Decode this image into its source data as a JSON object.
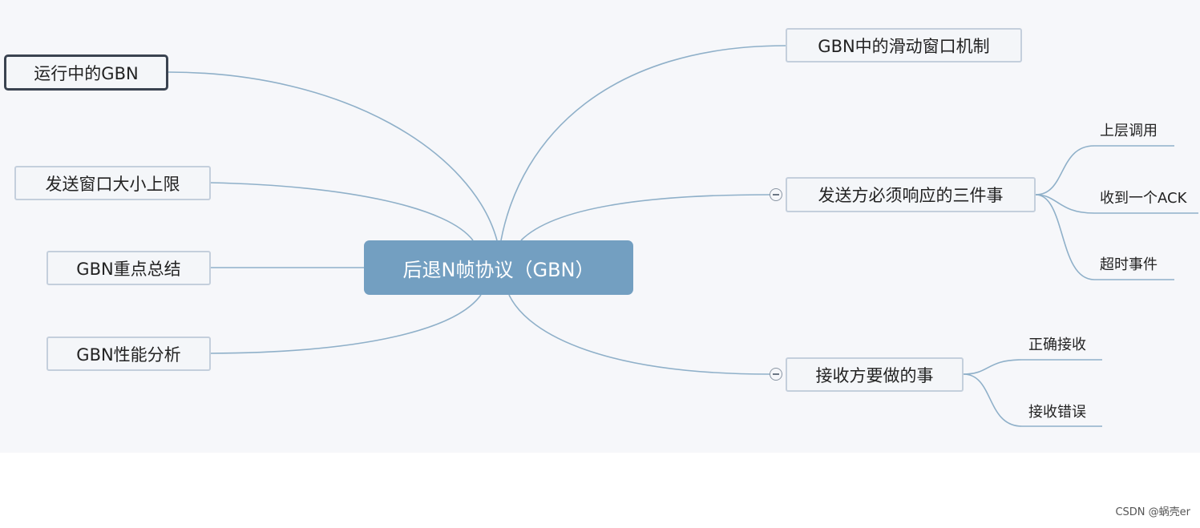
{
  "central_topic": "后退N帧协议（GBN）",
  "left_topics": [
    {
      "label": "运行中的GBN",
      "selected": true
    },
    {
      "label": "发送窗口大小上限"
    },
    {
      "label": "GBN重点总结"
    },
    {
      "label": "GBN性能分析"
    }
  ],
  "right_topics": [
    {
      "label": "GBN中的滑动窗口机制"
    },
    {
      "label": "发送方必须响应的三件事",
      "children": [
        "上层调用",
        "收到一个ACK",
        "超时事件"
      ]
    },
    {
      "label": "接收方要做的事",
      "children": [
        "正确接收",
        "接收错误"
      ]
    }
  ],
  "credit": "CSDN @蜗壳er",
  "colors": {
    "root_fill": "#739fc1",
    "edge": "#8fb0c9",
    "topic_border": "#c4cfdc",
    "selected_border": "#3a4350"
  },
  "icons": {
    "collapse": "minus-circle-icon"
  }
}
